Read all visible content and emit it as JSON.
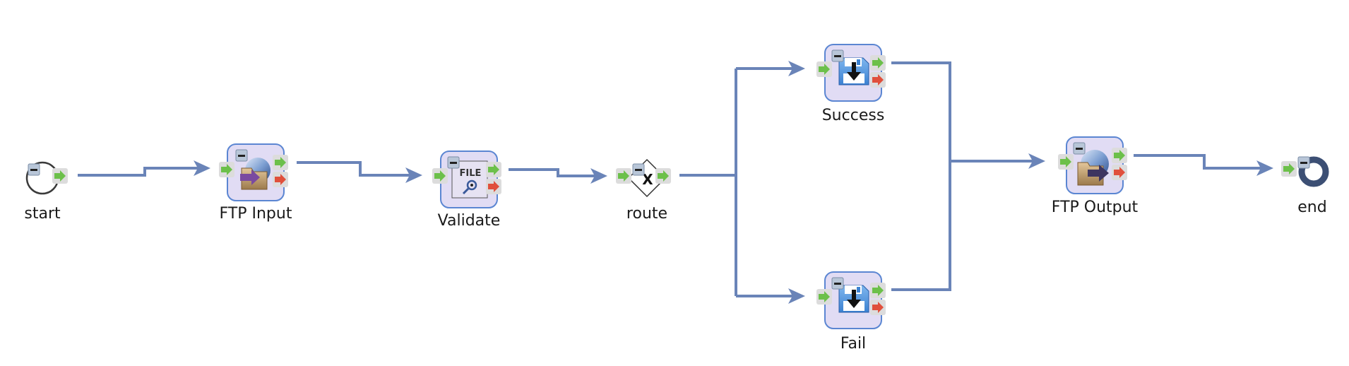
{
  "diagram": {
    "type": "workflow",
    "colors": {
      "edge": "#6a84b8",
      "task_fill": "#e1dcf4",
      "task_border": "#5b86d2",
      "success_port": "#6cc04a",
      "error_port": "#e0503c",
      "end_ring": "#3c4f74"
    },
    "nodes": [
      {
        "id": "start",
        "label": "start",
        "kind": "start-event",
        "icon": "start-circle-icon"
      },
      {
        "id": "ftp_input",
        "label": "FTP Input",
        "kind": "task",
        "icon": "ftp-input-icon"
      },
      {
        "id": "validate",
        "label": "Validate",
        "kind": "task",
        "icon": "file-validate-icon",
        "icon_text": "FILE"
      },
      {
        "id": "route",
        "label": "route",
        "kind": "gateway",
        "icon": "exclusive-gateway-icon",
        "icon_text": "X"
      },
      {
        "id": "success",
        "label": "Success",
        "kind": "task",
        "icon": "save-disk-icon"
      },
      {
        "id": "fail",
        "label": "Fail",
        "kind": "task",
        "icon": "save-disk-icon"
      },
      {
        "id": "ftp_output",
        "label": "FTP Output",
        "kind": "task",
        "icon": "ftp-output-icon"
      },
      {
        "id": "end",
        "label": "end",
        "kind": "end-event",
        "icon": "end-circle-icon"
      }
    ],
    "edges": [
      {
        "from": "start",
        "to": "ftp_input"
      },
      {
        "from": "ftp_input",
        "to": "validate"
      },
      {
        "from": "validate",
        "to": "route"
      },
      {
        "from": "route",
        "to": "success"
      },
      {
        "from": "route",
        "to": "fail"
      },
      {
        "from": "success",
        "to": "ftp_output"
      },
      {
        "from": "fail",
        "to": "ftp_output"
      },
      {
        "from": "ftp_output",
        "to": "end"
      }
    ]
  }
}
